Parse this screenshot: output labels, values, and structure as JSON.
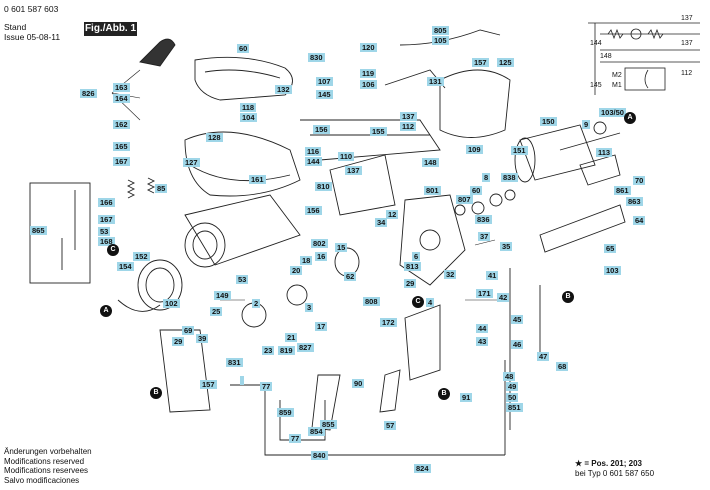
{
  "header": {
    "part_number": "0 601 587 603",
    "stand_label": "Stand",
    "issue_label": "Issue",
    "issue_date": "05-08-11",
    "figure_label": "Fig./Abb. 1"
  },
  "callouts": [
    "826",
    "163",
    "164",
    "162",
    "165",
    "167",
    "85",
    "166",
    "167",
    "53",
    "168",
    "865",
    "152",
    "154",
    "102",
    "60",
    "118",
    "104",
    "132",
    "128",
    "127",
    "161",
    "830",
    "119",
    "107",
    "106",
    "145",
    "120",
    "805",
    "105",
    "131",
    "157",
    "125",
    "109",
    "156",
    "144",
    "155",
    "137",
    "112",
    "116",
    "110",
    "148",
    "810",
    "137",
    "801",
    "156",
    "4",
    "802",
    "15",
    "16",
    "17",
    "20",
    "18",
    "3",
    "2",
    "23",
    "21",
    "819",
    "827",
    "69",
    "25",
    "39",
    "29",
    "831",
    "157",
    "62",
    "861",
    "70",
    "863",
    "64",
    "65",
    "103",
    "150",
    "103/50",
    "151",
    "113",
    "9",
    "807",
    "8",
    "838",
    "836",
    "6",
    "60",
    "12",
    "34",
    "37",
    "35",
    "32",
    "29",
    "813",
    "808",
    "149",
    "53",
    "41",
    "171",
    "42",
    "43",
    "44",
    "45",
    "46",
    "47",
    "68",
    "172",
    "48",
    "49",
    "50",
    "851",
    "91",
    "90",
    "57",
    "77",
    "859",
    "855",
    "77",
    "854",
    "840",
    "824"
  ],
  "wiring_labels": [
    "137",
    "144",
    "137",
    "148",
    "112",
    "M2",
    "M1",
    "145"
  ],
  "markers": [
    "A",
    "B",
    "C",
    "A",
    "B",
    "C",
    "B"
  ],
  "footer": {
    "lines": [
      "Änderungen vorbehalten",
      "Modifications reserved",
      "Modifications reservees",
      "Salvo modificaciones"
    ],
    "note": "★ = Pos. 201; 203",
    "typ": "bei Typ 0 601 587 650"
  }
}
